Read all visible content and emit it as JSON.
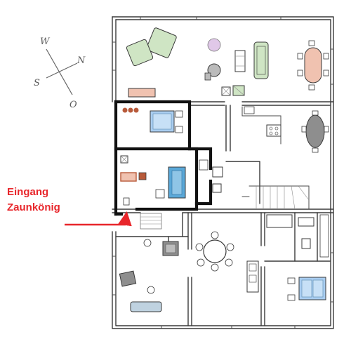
{
  "annotation": {
    "line1": "Eingang",
    "line2": "Zaunkönig"
  },
  "compass": {
    "w": "W",
    "n": "N",
    "s": "S",
    "o": "O"
  },
  "colors": {
    "highlight": "#e8262b",
    "wall": "#3a3a3a",
    "apartment_outline": "#111111",
    "bed_blue": "#a9cdf0",
    "sofa_blue": "#5aa8d8",
    "table_pink": "#f0c2b0",
    "chair_brown": "#b85a3a",
    "sofa_green": "#cfe5c4",
    "table_gray": "#8e8e8e"
  }
}
